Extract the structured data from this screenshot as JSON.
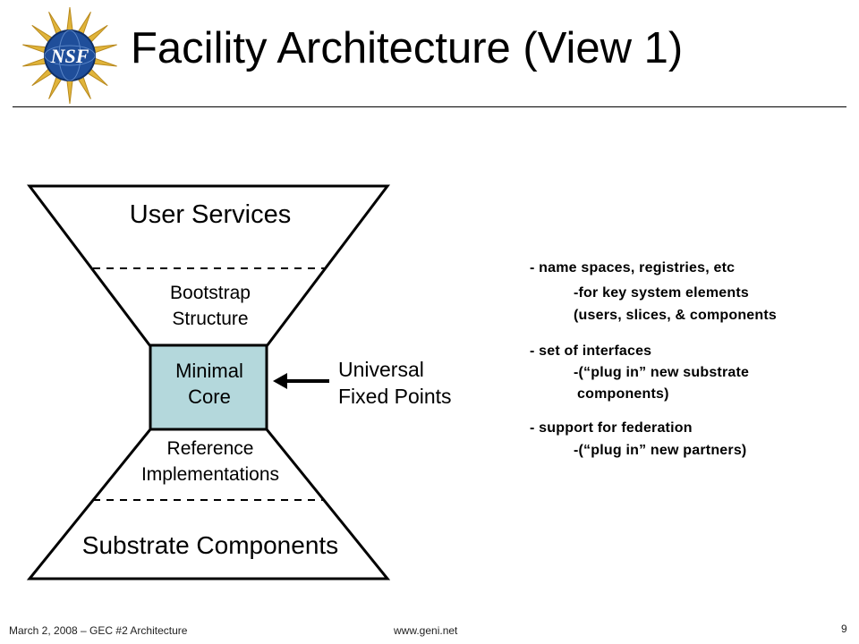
{
  "header": {
    "logo": {
      "icon": "nsf-logo-icon",
      "text": "NSF",
      "globe_color": "#1f4e9a",
      "star_color": "#e0b43a"
    },
    "title": "Facility Architecture (View 1)"
  },
  "diagram": {
    "user_services": "User Services",
    "bootstrap_line1": "Bootstrap",
    "bootstrap_line2": "Structure",
    "core_line1": "Minimal",
    "core_line2": "Core",
    "core_fill": "#b4d8dc",
    "reference_line1": "Reference",
    "reference_line2": "Implementations",
    "substrate": "Substrate Components",
    "fixed_points_line1": "Universal",
    "fixed_points_line2": "Fixed Points",
    "arrow_icon": "left-arrow-icon"
  },
  "notes": {
    "n1": "- name spaces, registries, etc",
    "n1a": "-for key system elements",
    "n1b": "(users, slices, & components",
    "n2": "- set of interfaces",
    "n2a": "-(“plug in” new substrate",
    "n2b": "components)",
    "n3": "- support for federation",
    "n3a": "-(“plug in” new partners)"
  },
  "footer": {
    "left": "March 2, 2008 – GEC #2 Architecture",
    "center": "www.geni.net",
    "page": "9"
  }
}
